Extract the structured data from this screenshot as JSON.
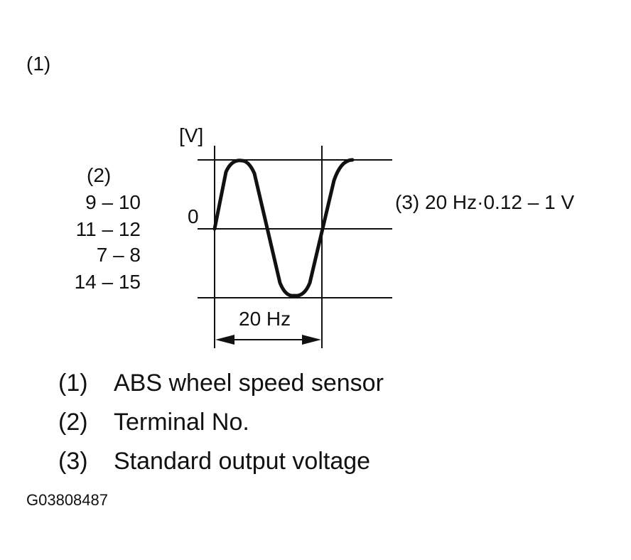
{
  "figure_marker": "(1)",
  "terminal": {
    "marker": "(2)",
    "pairs": [
      "9 – 10",
      "11 – 12",
      "7 – 8",
      "14 – 15"
    ]
  },
  "waveform": {
    "unit_label": "[V]",
    "zero_label": "0",
    "period_label": "20 Hz",
    "spec_label": "(3) 20 Hz·0.12 – 1 V"
  },
  "legend": [
    {
      "num": "(1)",
      "text": "ABS wheel speed sensor"
    },
    {
      "num": "(2)",
      "text": "Terminal No."
    },
    {
      "num": "(3)",
      "text": "Standard output voltage"
    }
  ],
  "figure_code": "G03808487",
  "colors": {
    "ink": "#111111",
    "background": "#ffffff"
  }
}
